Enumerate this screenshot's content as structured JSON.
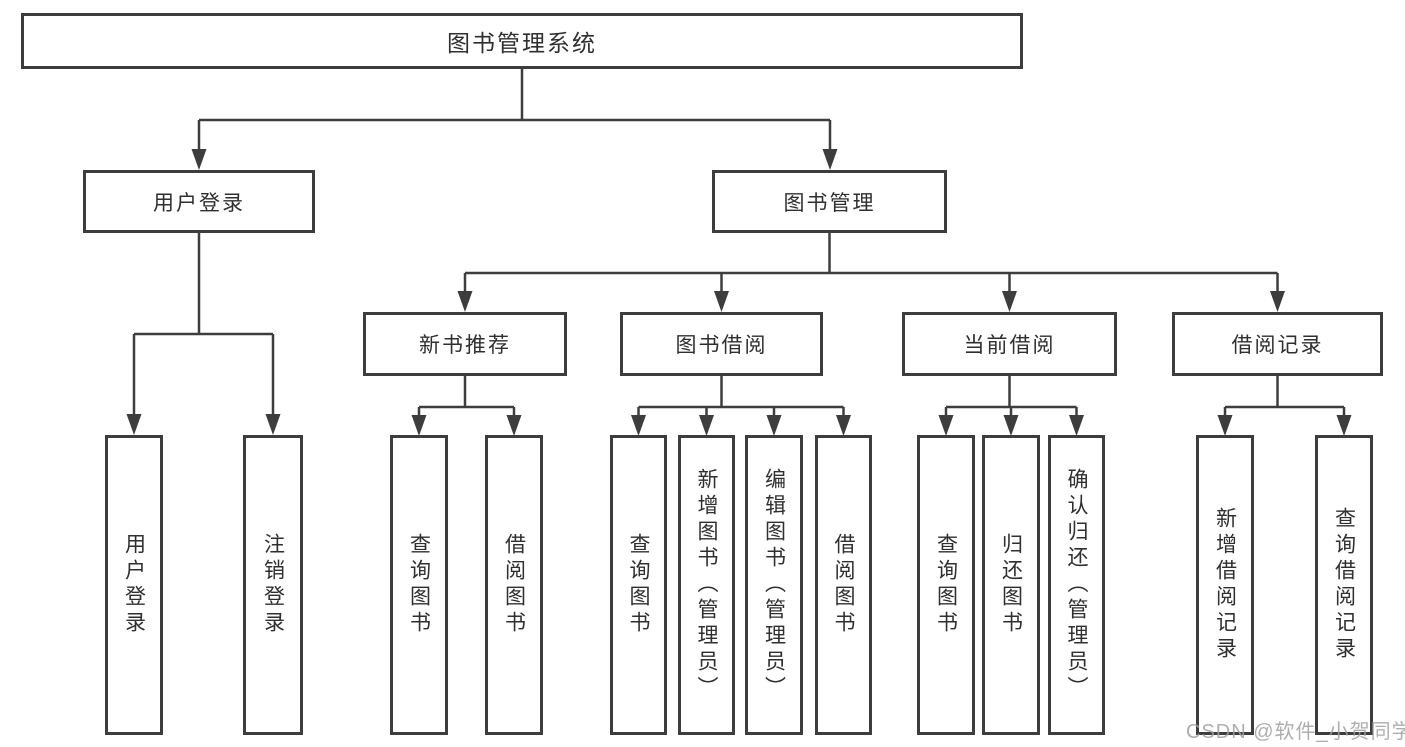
{
  "colors": {
    "line": "#3d3d3d",
    "box_border": "#3d3d3d",
    "text": "#2f2f2f",
    "background": "#ffffff",
    "watermark": "#a0a0a0"
  },
  "diagram": {
    "root": {
      "label": "图书管理系统"
    },
    "branches": [
      {
        "label": "用户登录",
        "children": [
          "用户登录",
          "注销登录"
        ]
      },
      {
        "label": "图书管理",
        "modules": [
          {
            "label": "新书推荐",
            "children": [
              "查询图书",
              "借阅图书"
            ]
          },
          {
            "label": "图书借阅",
            "children": [
              "查询图书",
              "新增图书（管理员）",
              "编辑图书（管理员）",
              "借阅图书"
            ]
          },
          {
            "label": "当前借阅",
            "children": [
              "查询图书",
              "归还图书",
              "确认归还（管理员）"
            ]
          },
          {
            "label": "借阅记录",
            "children": [
              "新增借阅记录",
              "查询借阅记录"
            ]
          }
        ]
      }
    ]
  },
  "watermark": {
    "text": "CSDN @软件_小贺同学"
  }
}
